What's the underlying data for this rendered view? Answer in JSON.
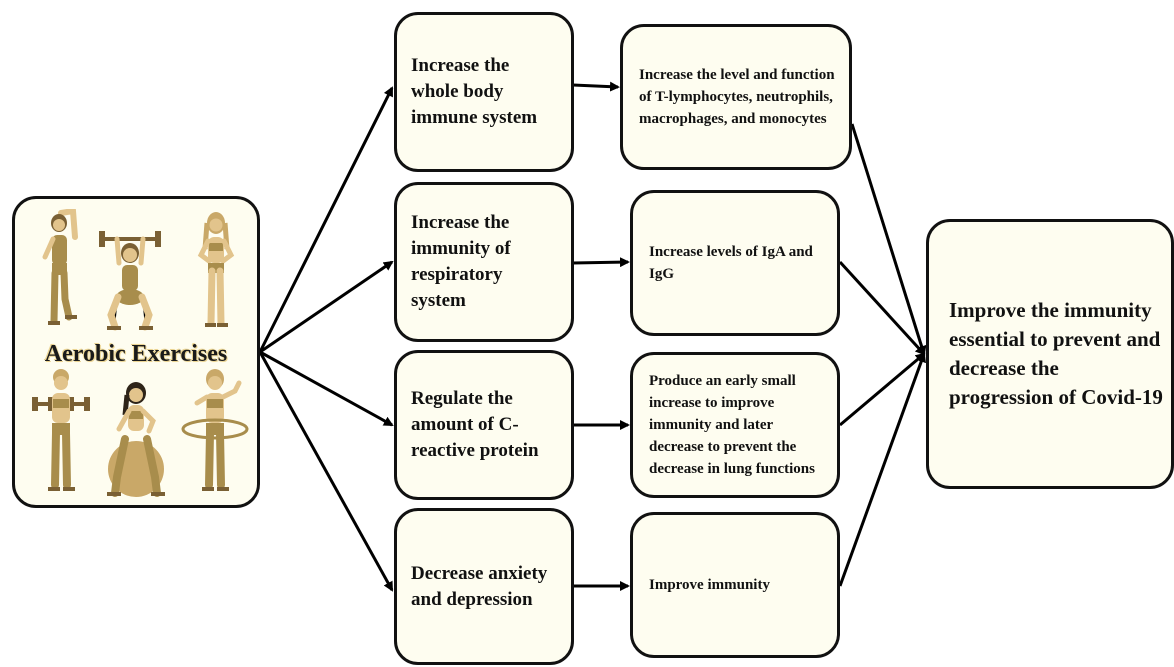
{
  "source": {
    "label": "Aerobic Exercises",
    "figures": [
      "raised-arm-woman-figure",
      "barbell-squat-woman-figure",
      "standing-woman-figure",
      "dumbbell-woman-figure",
      "ball-sitting-woman-figure",
      "hula-hoop-woman-figure"
    ]
  },
  "effects": [
    {
      "text": "Increase the whole body immune system"
    },
    {
      "text": "Increase the immunity of respiratory system"
    },
    {
      "text": "Regulate the amount of C-reactive protein"
    },
    {
      "text": "Decrease anxiety and depression"
    }
  ],
  "outcomes": [
    {
      "text": "Increase the level and function of T-lymphocytes, neutrophils, macrophages, and monocytes"
    },
    {
      "text": "Increase levels of IgA and IgG"
    },
    {
      "text": "Produce an early small increase to improve immunity and later decrease to prevent the decrease in lung functions"
    },
    {
      "text": "Improve immunity"
    }
  ],
  "final": {
    "text": "Improve the immunity essential to prevent and decrease the progression of Covid-19"
  },
  "colors": {
    "box_fill": "#fefdf0",
    "border": "#111111",
    "figure_skin": "#e2c48c",
    "figure_outfit": "#a88d4c",
    "figure_hair": "#7a6034"
  }
}
